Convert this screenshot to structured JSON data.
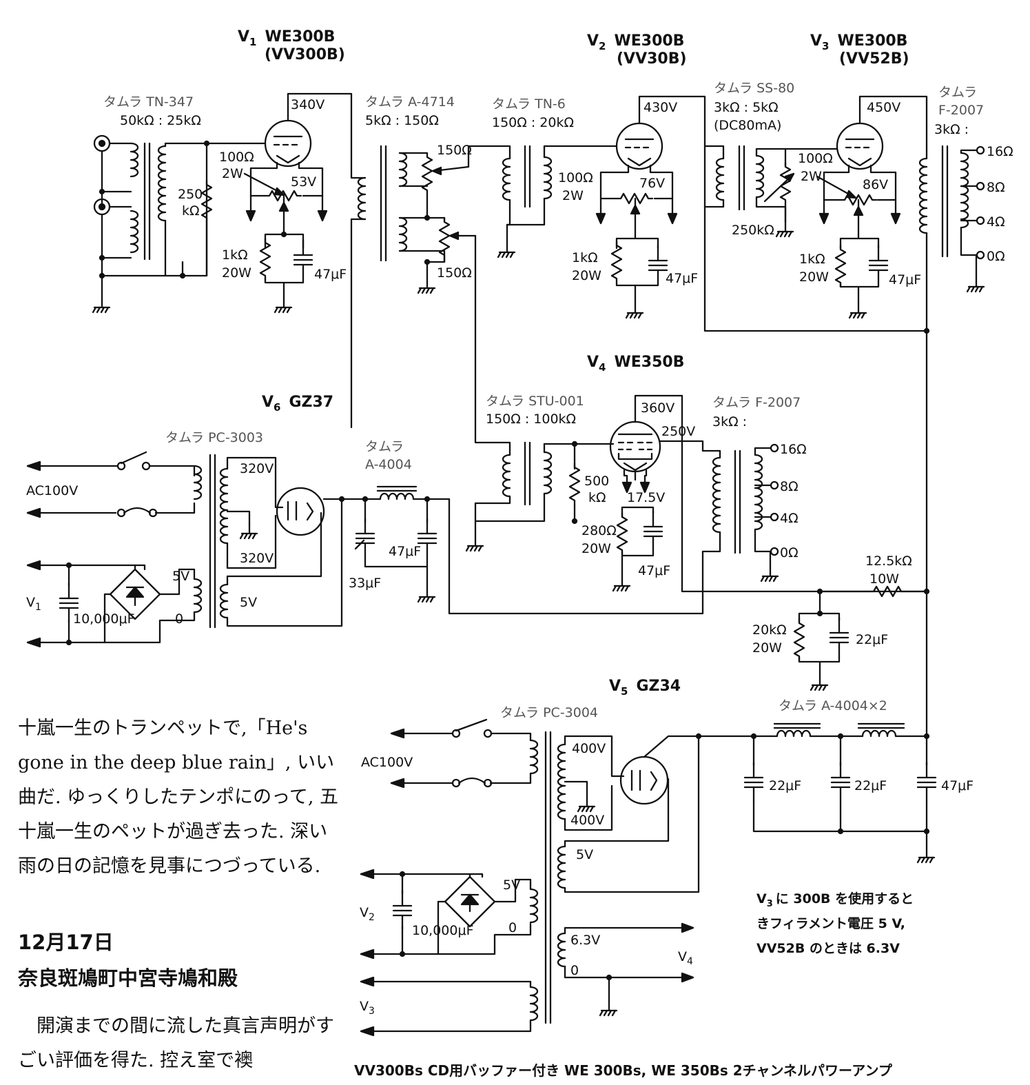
{
  "tubes": {
    "v1": {
      "sym": "V",
      "sub": "1",
      "name": "WE300B",
      "alt": "(VV300B)"
    },
    "v2": {
      "sym": "V",
      "sub": "2",
      "name": "WE300B",
      "alt": "(VV30B)"
    },
    "v3": {
      "sym": "V",
      "sub": "3",
      "name": "WE300B",
      "alt": "(VV52B)"
    },
    "v4": {
      "sym": "V",
      "sub": "4",
      "name": "WE350B"
    },
    "v5": {
      "sym": "V",
      "sub": "5",
      "name": "GZ34"
    },
    "v6": {
      "sym": "V",
      "sub": "6",
      "name": "GZ37"
    }
  },
  "transformers": {
    "tn347": {
      "name": "タムラ TN-347",
      "ratio": "50kΩ : 25kΩ"
    },
    "a4714": {
      "name": "タムラ A-4714",
      "ratio": "5kΩ : 150Ω"
    },
    "tn6": {
      "name": "タムラ TN-6",
      "ratio": "150Ω : 20kΩ"
    },
    "ss80": {
      "name": "タムラ SS-80",
      "ratio": "3kΩ : 5kΩ",
      "note": "(DC80mA)"
    },
    "f2007a": {
      "name": "タムラ",
      "name2": "F-2007",
      "ratio": "3kΩ :"
    },
    "stu001": {
      "name": "タムラ STU-001",
      "ratio": "150Ω : 100kΩ"
    },
    "f2007b": {
      "name": "タムラ F-2007",
      "ratio": "3kΩ :"
    },
    "pc3003": {
      "name": "タムラ PC-3003"
    },
    "a4004": {
      "name": "タムラ",
      "name2": "A-4004"
    },
    "pc3004": {
      "name": "タムラ PC-3004"
    },
    "a4004x2": {
      "name": "タムラ A-4004×2"
    }
  },
  "values": {
    "v340": "340V",
    "v430": "430V",
    "v450": "450V",
    "v360": "360V",
    "v250": "250V",
    "v53": "53V",
    "v76": "76V",
    "v86": "86V",
    "v175": "17.5V",
    "r100": "100Ω",
    "w2": "2W",
    "r250": "250",
    "k250": "kΩ",
    "r1k": "1kΩ",
    "w20": "20W",
    "c47": "47μF",
    "p150": "150Ω",
    "r250k": "250kΩ",
    "r500": "500",
    "k500": "kΩ",
    "r280": "280Ω",
    "r125": "12.5kΩ",
    "w10": "10W",
    "r20k": "20kΩ",
    "c22": "22μF",
    "c33": "33μF",
    "c10000": "10,000μF",
    "v320": "320V",
    "v400": "400V",
    "v5": "5V",
    "v63": "6.3V",
    "zero": "0",
    "ac100": "AC100V",
    "o16": "16Ω",
    "o8": "8Ω",
    "o4": "4Ω",
    "o0": "0Ω",
    "vl1": "V",
    "vl1s": "1",
    "vl2": "V",
    "vl2s": "2",
    "vl3": "V",
    "vl3s": "3",
    "vl4": "V",
    "vl4s": "4"
  },
  "note": {
    "line1a": "V",
    "line1sub": "3",
    "line1b": "に 300B を使用すると",
    "line2": "きフィラメント電圧 5 V,",
    "line3": "VV52B のときは 6.3V"
  },
  "caption": {
    "text": "VV300Bs CD用バッファー付き WE 300Bs, WE 350Bs 2チャンネルパワーアンプ"
  },
  "prose": {
    "p1": "十嵐一生のトランペットで,「He's gone in the deep blue rain」, いい曲だ. ゆっくりしたテンポにのって, 五十嵐一生のペットが過ぎ去った. 深い雨の日の記憶を見事につづっている.",
    "heading1": "12月17日",
    "heading2": "奈良斑鳩町中宮寺鳩和殿",
    "p2": "開演までの間に流した真言声明がすごい評価を得た. 控え室で襖"
  }
}
